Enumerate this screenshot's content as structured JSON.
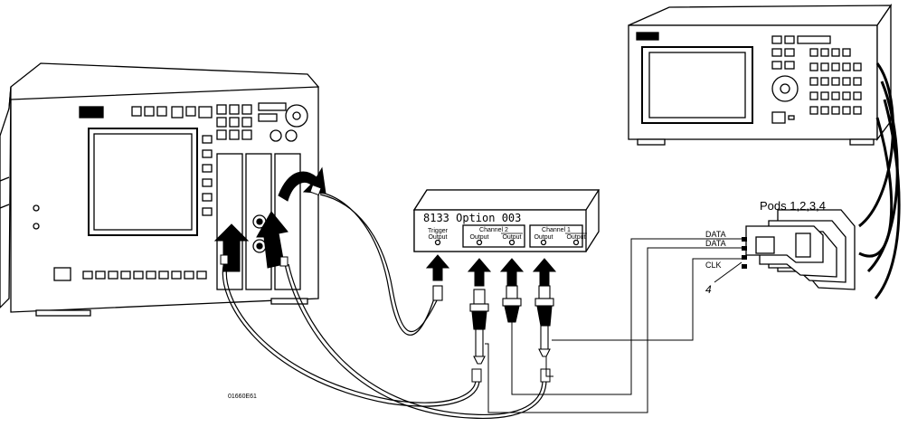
{
  "labels": {
    "module_title": "8133 Option 003",
    "trigger_output": [
      "Trigger",
      "Output"
    ],
    "channel2": "Channel 2",
    "channel1": "Channel 1",
    "output": "Output",
    "output_bar": "Output",
    "pods": "Pods 1,2,3,4",
    "data1": "DATA",
    "data2": "DATA",
    "clk": "CLK",
    "count": "4",
    "figure_id": "01660E61"
  },
  "colors": {
    "line": "#000000",
    "screen": "#ffffff",
    "arrow": "#000000"
  }
}
